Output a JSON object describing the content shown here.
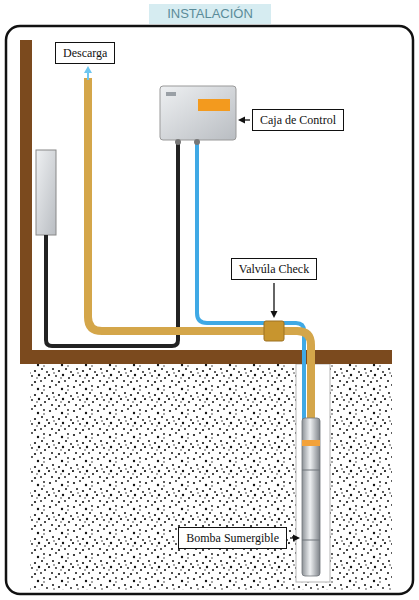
{
  "diagram": {
    "title": "INSTALACIÓN",
    "nodes": [
      {
        "text": [
          "Descarga"
        ]
      },
      {
        "text": [
          "Caja de Control"
        ]
      },
      {
        "text": [
          "Valvúla Check"
        ]
      },
      {
        "text": [
          "Bomba Sumergible"
        ]
      }
    ]
  }
}
